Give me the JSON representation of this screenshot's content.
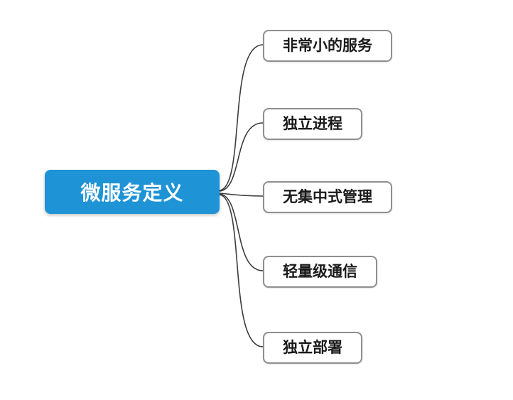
{
  "diagram": {
    "type": "mindmap",
    "root": {
      "label": "微服务定义"
    },
    "children": [
      {
        "label": "非常小的服务"
      },
      {
        "label": "独立进程"
      },
      {
        "label": "无集中式管理"
      },
      {
        "label": "轻量级通信"
      },
      {
        "label": "独立部署"
      }
    ],
    "colors": {
      "root_background": "#1e93d6",
      "root_text": "#ffffff",
      "child_background": "#ffffff",
      "child_border": "#8f8f8f",
      "child_text": "#1a1a1a",
      "connector": "#3c3c3c"
    }
  }
}
